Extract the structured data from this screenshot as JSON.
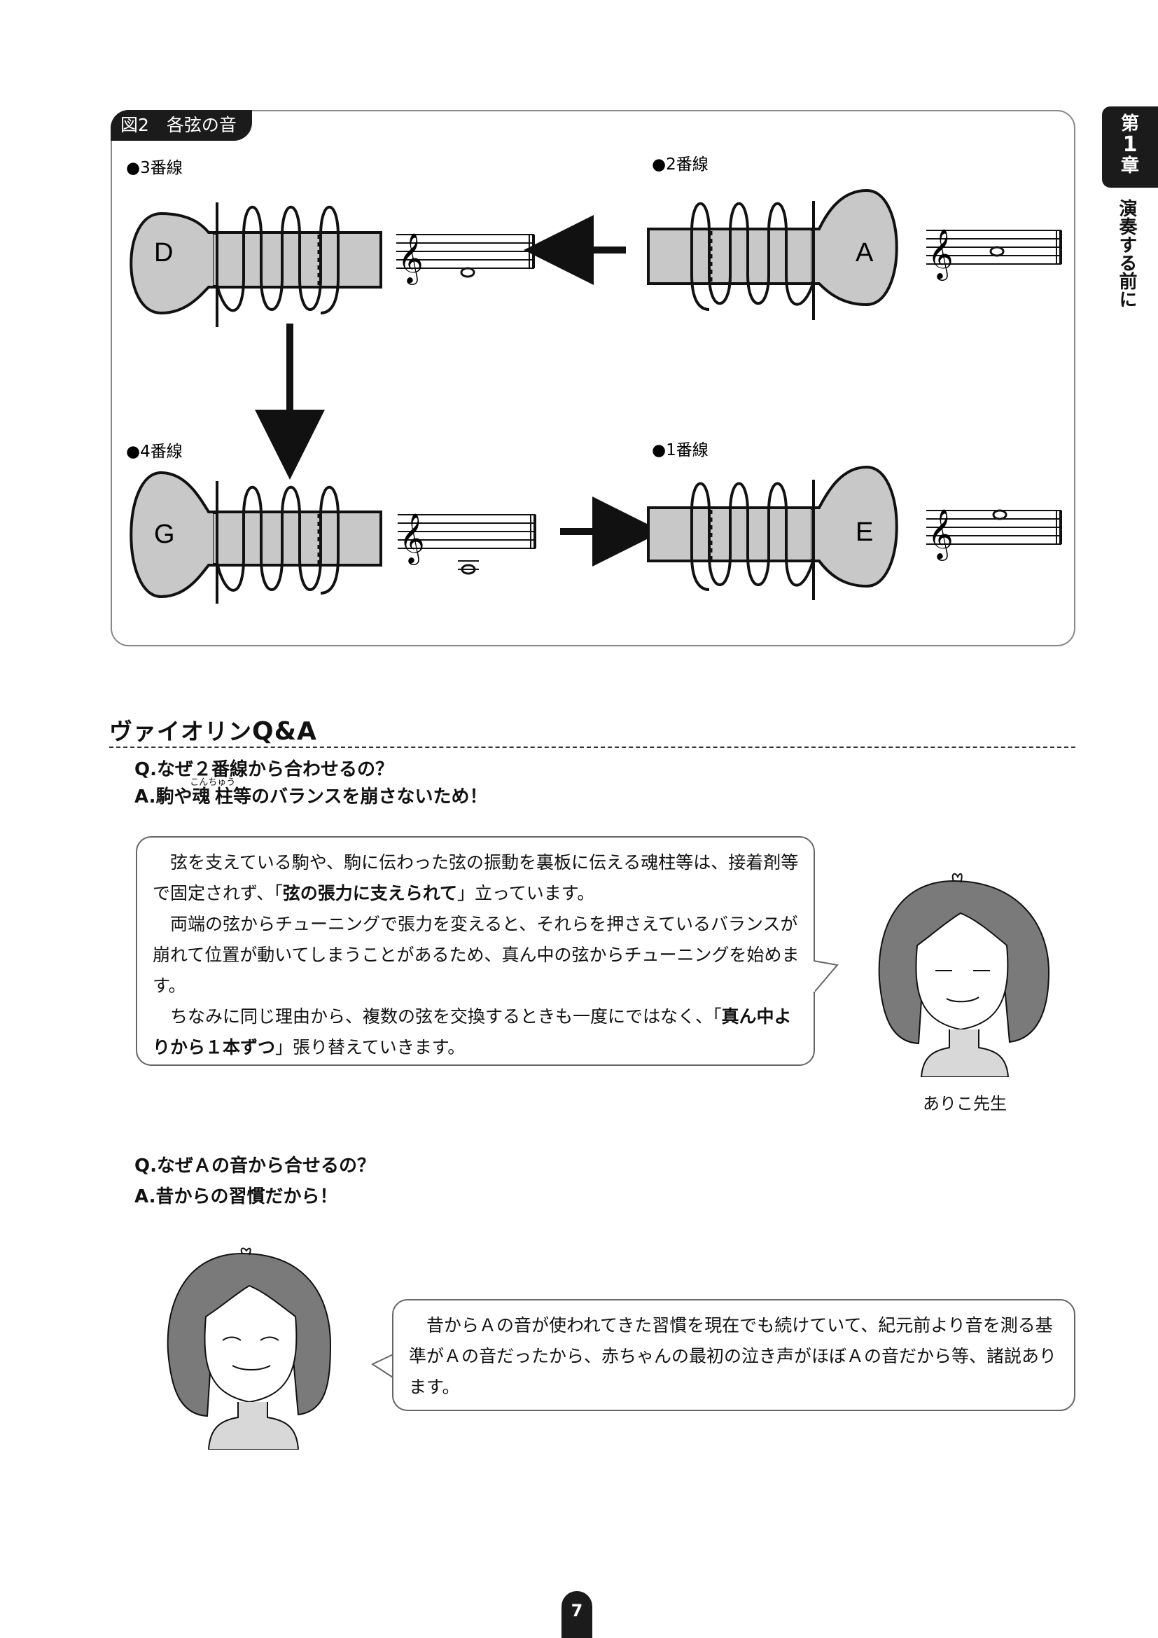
{
  "chapter": {
    "tab_label": "第",
    "tab_number": "1",
    "tab_suffix": "章",
    "side_text": "演奏する前に"
  },
  "figure": {
    "label": "図2　各弦の音",
    "strings": [
      {
        "position_label": "●3番線",
        "letter": "D"
      },
      {
        "position_label": "●2番線",
        "letter": "A"
      },
      {
        "position_label": "●4番線",
        "letter": "G"
      },
      {
        "position_label": "●1番線",
        "letter": "E"
      }
    ]
  },
  "qa": {
    "title_prefix": "ヴァイオリン",
    "title_strong": "Q&A",
    "items": [
      {
        "question": "Q.なぜ２番線から合わせるの？",
        "answer_prefix": "A.駒や",
        "answer_ruby_base": "魂柱",
        "answer_ruby_text": "こんちゅう",
        "answer_suffix": "等のバランスを崩さないため！",
        "bubble": {
          "p1_a": "弦を支えている駒や、駒に伝わった弦の振動を裏板に伝える魂柱等は、接着剤等で固定されず、「",
          "p1_bold": "弦の張力に支えられて",
          "p1_b": "」立っています。",
          "p2": "両端の弦からチューニングで張力を変えると、それらを押さえているバランスが崩れて位置が動いてしまうことがあるため、真ん中の弦からチューニングを始めます。",
          "p3_a": "ちなみに同じ理由から、複数の弦を交換するときも一度にではなく、「",
          "p3_bold": "真ん中よりから１本ずつ",
          "p3_b": "」張り替えていきます。"
        },
        "character_caption": "ありこ先生"
      },
      {
        "question": "Q.なぜＡの音から合せるの？",
        "answer": "A.昔からの習慣だから！",
        "bubble": {
          "p1": "昔からＡの音が使われてきた習慣を現在でも続けていて、紀元前より音を測る基準がＡの音だったから、赤ちゃんの最初の泣き声がほぼＡの音だから等、諸説あります。"
        }
      }
    ]
  },
  "page_number": "7",
  "colors": {
    "dark": "#1b1b1b",
    "peg_gray": "#c8c8c8",
    "hair_gray": "#7a7a7a"
  }
}
